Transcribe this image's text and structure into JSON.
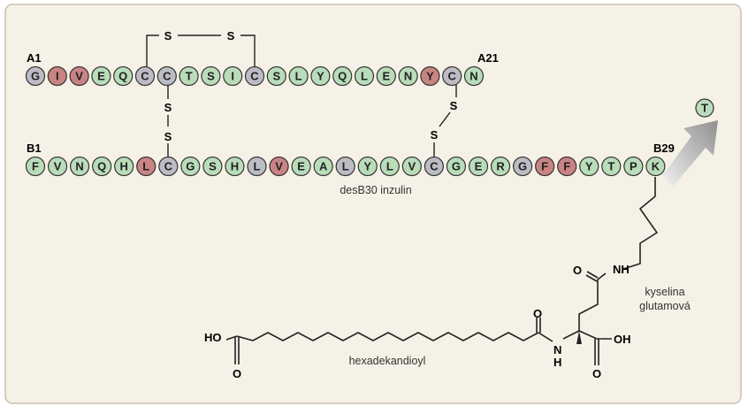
{
  "colors": {
    "panel_bg": "#f6f1e6",
    "panel_border": "#c9c1ae",
    "green": "#b9dcb9",
    "grey": "#bcbcc4",
    "red": "#c98383",
    "stroke": "#333333",
    "bond": "#222222",
    "arrow_light": "#f2f2f2",
    "arrow_dark": "#8f8f8f"
  },
  "chain_a": {
    "start_label": "A1",
    "end_label": "A21",
    "residues": [
      {
        "code": "G",
        "color": "grey"
      },
      {
        "code": "I",
        "color": "red"
      },
      {
        "code": "V",
        "color": "red"
      },
      {
        "code": "E",
        "color": "green"
      },
      {
        "code": "Q",
        "color": "green"
      },
      {
        "code": "C",
        "color": "grey"
      },
      {
        "code": "C",
        "color": "grey"
      },
      {
        "code": "T",
        "color": "green"
      },
      {
        "code": "S",
        "color": "green"
      },
      {
        "code": "I",
        "color": "green"
      },
      {
        "code": "C",
        "color": "grey"
      },
      {
        "code": "S",
        "color": "green"
      },
      {
        "code": "L",
        "color": "green"
      },
      {
        "code": "Y",
        "color": "green"
      },
      {
        "code": "Q",
        "color": "green"
      },
      {
        "code": "L",
        "color": "green"
      },
      {
        "code": "E",
        "color": "green"
      },
      {
        "code": "N",
        "color": "green"
      },
      {
        "code": "Y",
        "color": "red"
      },
      {
        "code": "C",
        "color": "grey"
      },
      {
        "code": "N",
        "color": "green"
      }
    ]
  },
  "chain_b": {
    "start_label": "B1",
    "end_label": "B29",
    "name": "desB30 inzulin",
    "residues": [
      {
        "code": "F",
        "color": "green"
      },
      {
        "code": "V",
        "color": "green"
      },
      {
        "code": "N",
        "color": "green"
      },
      {
        "code": "Q",
        "color": "green"
      },
      {
        "code": "H",
        "color": "green"
      },
      {
        "code": "L",
        "color": "red"
      },
      {
        "code": "C",
        "color": "grey"
      },
      {
        "code": "G",
        "color": "green"
      },
      {
        "code": "S",
        "color": "green"
      },
      {
        "code": "H",
        "color": "green"
      },
      {
        "code": "L",
        "color": "grey"
      },
      {
        "code": "V",
        "color": "red"
      },
      {
        "code": "E",
        "color": "green"
      },
      {
        "code": "A",
        "color": "green"
      },
      {
        "code": "L",
        "color": "grey"
      },
      {
        "code": "Y",
        "color": "green"
      },
      {
        "code": "L",
        "color": "green"
      },
      {
        "code": "V",
        "color": "green"
      },
      {
        "code": "C",
        "color": "grey"
      },
      {
        "code": "G",
        "color": "green"
      },
      {
        "code": "E",
        "color": "green"
      },
      {
        "code": "R",
        "color": "green"
      },
      {
        "code": "G",
        "color": "grey"
      },
      {
        "code": "F",
        "color": "red"
      },
      {
        "code": "F",
        "color": "red"
      },
      {
        "code": "Y",
        "color": "green"
      },
      {
        "code": "T",
        "color": "green"
      },
      {
        "code": "P",
        "color": "green"
      },
      {
        "code": "K",
        "color": "green"
      }
    ]
  },
  "removed_residue": {
    "code": "T",
    "color": "green"
  },
  "disulfide_label": "S",
  "labels": {
    "glutamic_acid_line1": "kyselina",
    "glutamic_acid_line2": "glutamová",
    "hexadecanedioyl": "hexadekandioyl"
  },
  "chem": {
    "nh": "NH",
    "o": "O",
    "oh": "OH",
    "ho": "HO",
    "n": "N",
    "h": "H"
  }
}
